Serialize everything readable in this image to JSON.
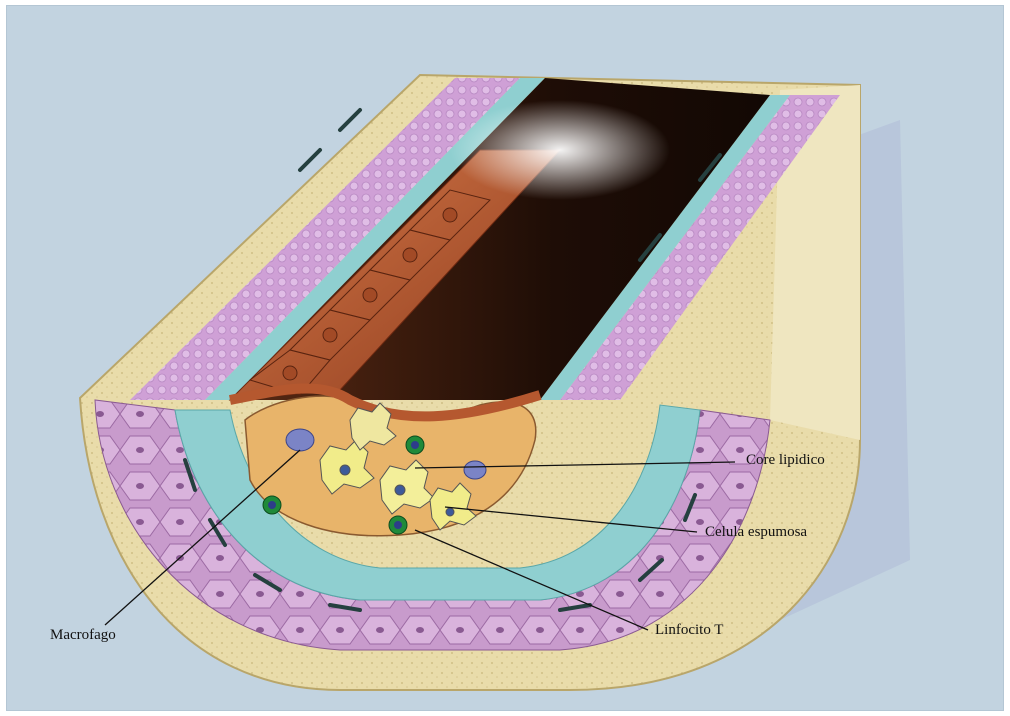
{
  "labels": {
    "core": "Core lipidico",
    "foam": "Celula espumosa",
    "tcell": "Linfocito T",
    "macro": "Macrofago"
  },
  "colors": {
    "background": "#c2d3e0",
    "adventitia": "#e6d9a4",
    "media": "#c99ad0",
    "intima": "#8fcfd0",
    "endothelium": "#b5582f",
    "lumen": "#2a120a"
  }
}
